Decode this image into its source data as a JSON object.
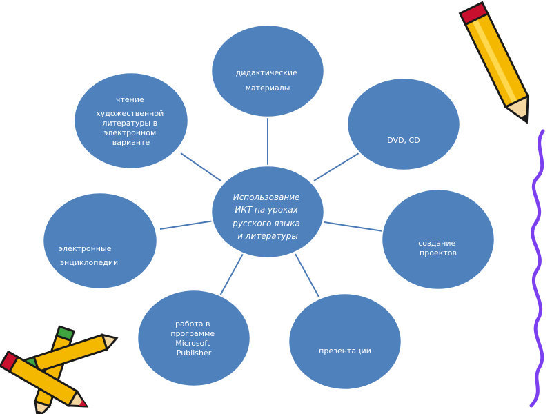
{
  "hub": {
    "lines": [
      "Использование",
      "ИКТ на уроках",
      "русского языка",
      "и литературы"
    ]
  },
  "nodes": [
    {
      "id": "didactic",
      "lines": [
        "дидактические",
        "материалы"
      ]
    },
    {
      "id": "dvd",
      "lines": [
        "DVD, CD"
      ]
    },
    {
      "id": "projects",
      "lines": [
        "создание",
        "проектов"
      ]
    },
    {
      "id": "presentations",
      "lines": [
        "презентации"
      ]
    },
    {
      "id": "publisher",
      "lines": [
        "работа в",
        "программе",
        "Microsoft",
        "Publisher"
      ]
    },
    {
      "id": "encyclopedias",
      "lines": [
        "электронные",
        "энциклопедии"
      ]
    },
    {
      "id": "reading",
      "lines": [
        "чтение",
        "художественной",
        "литературы в",
        "электронном",
        "варианте"
      ]
    }
  ],
  "colors": {
    "node_fill": "#4f81bd",
    "spoke": "#4a78b4",
    "squiggle": "#7b3ff0",
    "pencil_body": "#f5b800",
    "pencil_outline": "#1a1a1a",
    "pencil_tip": "#c8102e",
    "pencil_eraser": "#3fa33f"
  },
  "decorations": [
    "pencil-icon",
    "crossed-pencils-icon",
    "squiggle-line"
  ]
}
